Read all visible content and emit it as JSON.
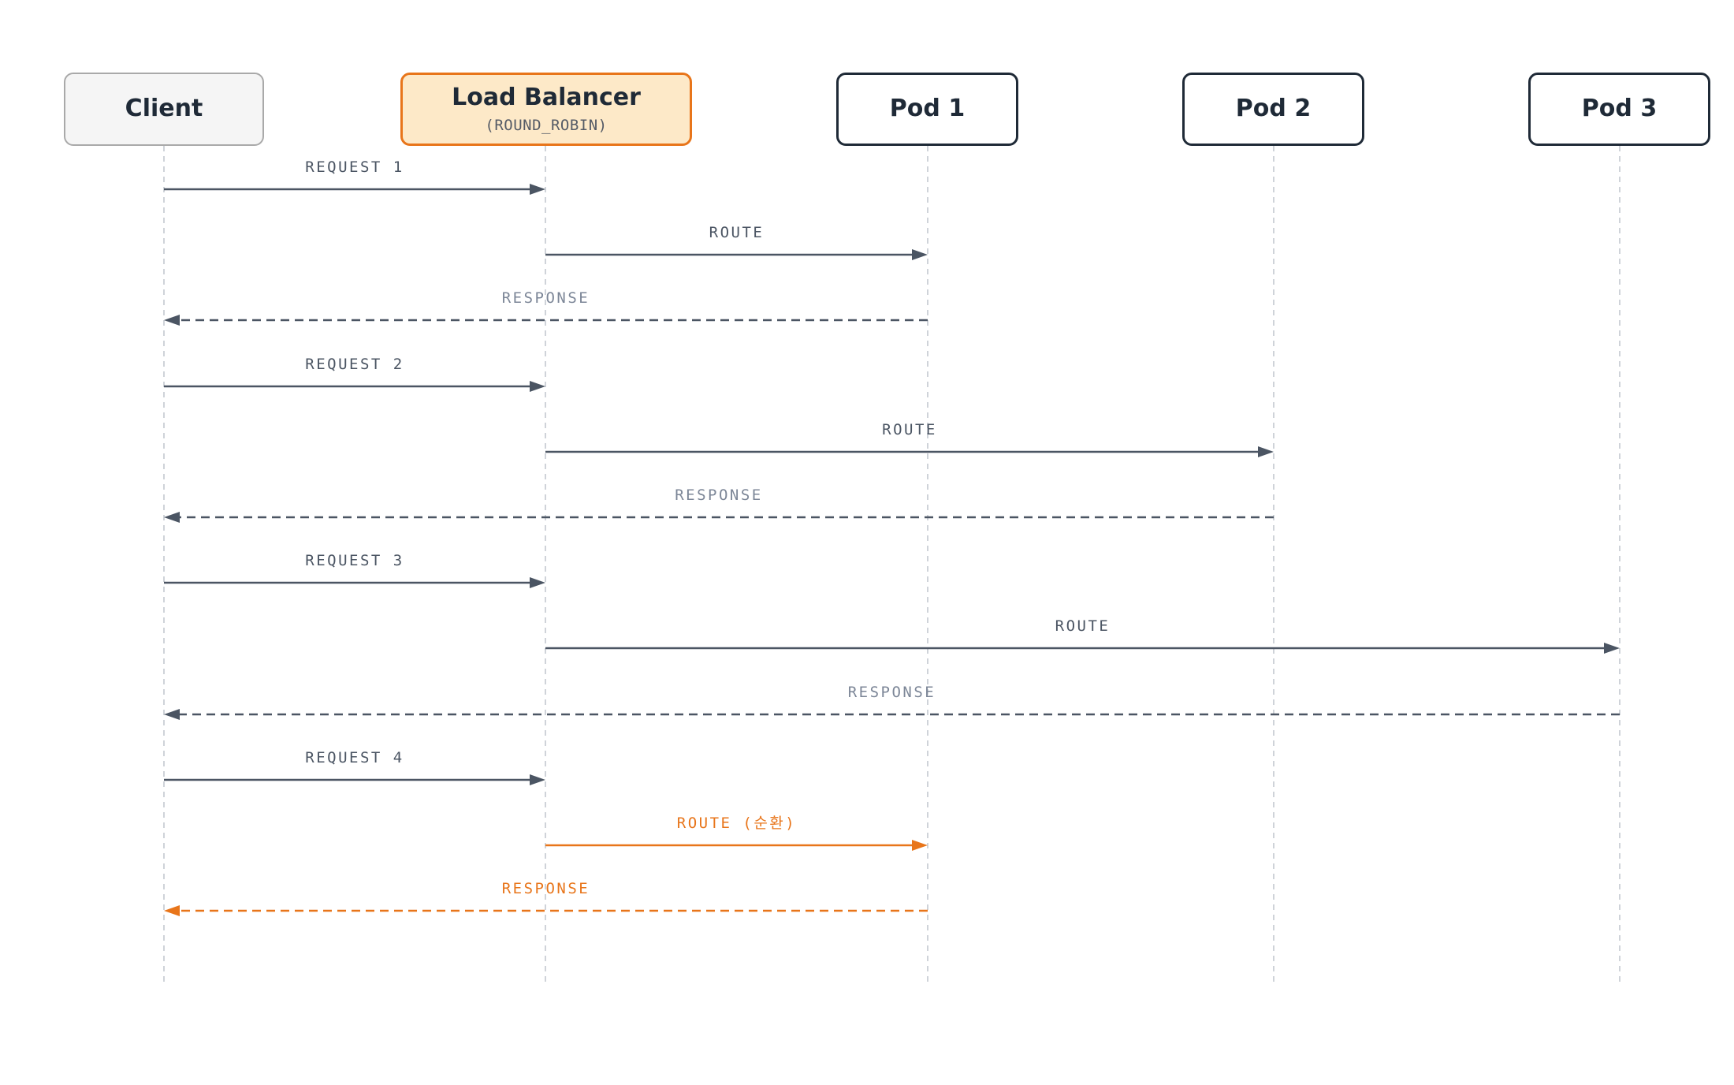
{
  "colors": {
    "solid": "#4b5563",
    "dashed": "#4b5563",
    "response_label": "#7c8697",
    "highlight": "#e8751a",
    "lifeline": "#cfd3d9",
    "node_border": "#1f2a37",
    "node_text": "#1f2a37",
    "client_fill": "#f5f5f5",
    "client_border": "#a9a9a9",
    "lb_fill": "#fde9c8",
    "lb_border": "#e8751a"
  },
  "participants": [
    {
      "id": "client",
      "name": "Client",
      "subtitle": ""
    },
    {
      "id": "lb",
      "name": "Load Balancer",
      "subtitle": "(ROUND_ROBIN)"
    },
    {
      "id": "pod1",
      "name": "Pod 1",
      "subtitle": ""
    },
    {
      "id": "pod2",
      "name": "Pod 2",
      "subtitle": ""
    },
    {
      "id": "pod3",
      "name": "Pod 3",
      "subtitle": ""
    }
  ],
  "messages": [
    {
      "from": "client",
      "to": "lb",
      "label": "REQUEST 1",
      "style": "solid",
      "highlight": false
    },
    {
      "from": "lb",
      "to": "pod1",
      "label": "ROUTE",
      "style": "solid",
      "highlight": false
    },
    {
      "from": "pod1",
      "to": "client",
      "label": "RESPONSE",
      "style": "dashed",
      "highlight": false
    },
    {
      "from": "client",
      "to": "lb",
      "label": "REQUEST 2",
      "style": "solid",
      "highlight": false
    },
    {
      "from": "lb",
      "to": "pod2",
      "label": "ROUTE",
      "style": "solid",
      "highlight": false
    },
    {
      "from": "pod2",
      "to": "client",
      "label": "RESPONSE",
      "style": "dashed",
      "highlight": false
    },
    {
      "from": "client",
      "to": "lb",
      "label": "REQUEST 3",
      "style": "solid",
      "highlight": false
    },
    {
      "from": "lb",
      "to": "pod3",
      "label": "ROUTE",
      "style": "solid",
      "highlight": false
    },
    {
      "from": "pod3",
      "to": "client",
      "label": "RESPONSE",
      "style": "dashed",
      "highlight": false
    },
    {
      "from": "client",
      "to": "lb",
      "label": "REQUEST 4",
      "style": "solid",
      "highlight": false
    },
    {
      "from": "lb",
      "to": "pod1",
      "label": "ROUTE (순환)",
      "style": "solid",
      "highlight": true
    },
    {
      "from": "pod1",
      "to": "client",
      "label": "RESPONSE",
      "style": "dashed",
      "highlight": true
    }
  ]
}
